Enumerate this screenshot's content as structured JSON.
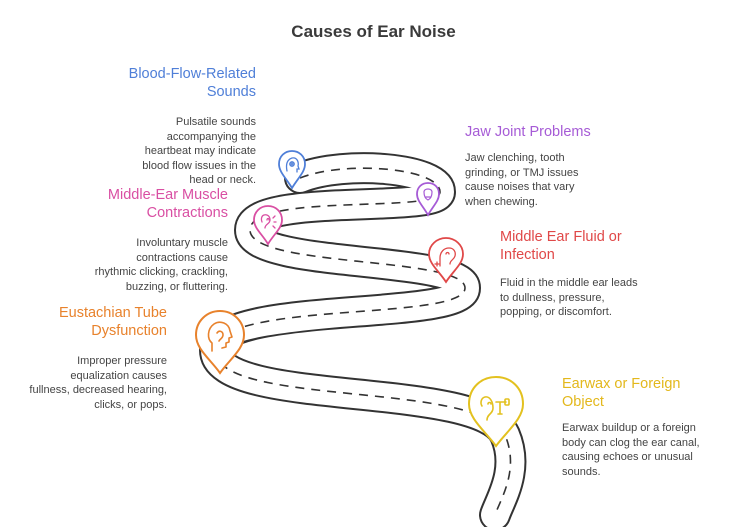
{
  "title": "Causes of Ear Noise",
  "items": [
    {
      "heading_lines": [
        "Blood-Flow-Related",
        "Sounds"
      ],
      "desc_lines": [
        "Pulsatile sounds",
        "accompanying the",
        "heartbeat may indicate",
        "blood flow issues in the",
        "head or neck."
      ],
      "color": "#4f7fd8",
      "icon": "blood-flow-icon"
    },
    {
      "heading_lines": [
        "Jaw Joint Problems"
      ],
      "desc_lines": [
        "Jaw clenching, tooth",
        "grinding, or TMJ issues",
        "cause noises that vary",
        "when chewing."
      ],
      "color": "#a65bd6",
      "icon": "jaw-icon"
    },
    {
      "heading_lines": [
        "Middle-Ear Muscle",
        "Contractions"
      ],
      "desc_lines": [
        "Involuntary muscle",
        "contractions cause",
        "rhythmic clicking, crackling,",
        "buzzing, or fluttering."
      ],
      "color": "#d94fa3",
      "icon": "ear-muscle-icon"
    },
    {
      "heading_lines": [
        "Middle Ear Fluid or",
        "Infection"
      ],
      "desc_lines": [
        "Fluid in the middle ear leads",
        "to dullness, pressure,",
        "popping, or discomfort."
      ],
      "color": "#e04848",
      "icon": "ear-fluid-icon"
    },
    {
      "heading_lines": [
        "Eustachian Tube",
        "Dysfunction"
      ],
      "desc_lines": [
        "Improper pressure",
        "equalization causes",
        "fullness, decreased hearing,",
        "clicks, or pops."
      ],
      "color": "#e8822c",
      "icon": "head-profile-icon"
    },
    {
      "heading_lines": [
        "Earwax or Foreign",
        "Object"
      ],
      "desc_lines": [
        "Earwax buildup or a foreign",
        "body can clog the ear canal,",
        "causing echoes or unusual",
        "sounds."
      ],
      "color": "#e3c11f",
      "icon": "earwax-icon"
    }
  ]
}
